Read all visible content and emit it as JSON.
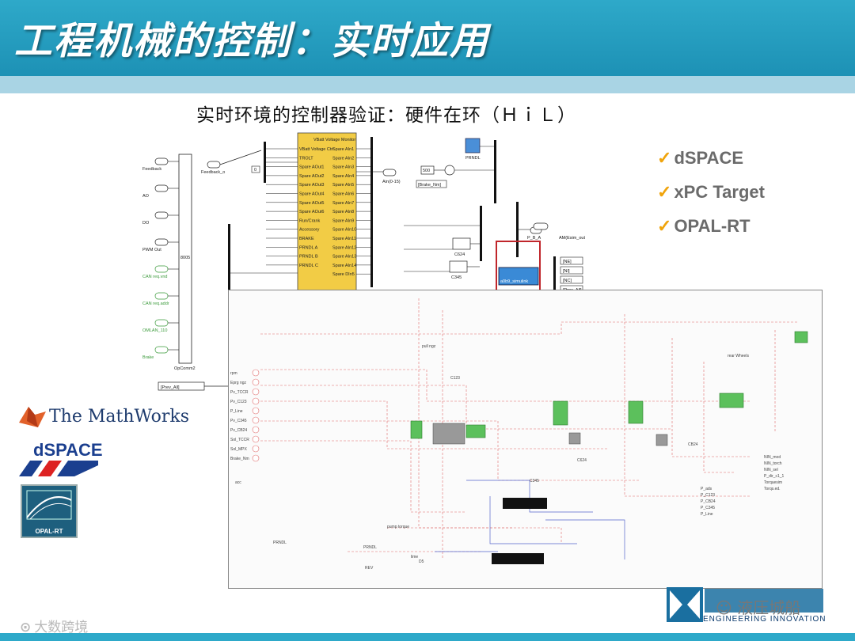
{
  "slide": {
    "title": "工程机械的控制：实时应用",
    "subtitle": "实时环境的控制器验证：硬件在环（ＨｉＬ）"
  },
  "platforms": [
    {
      "label": "dSPACE"
    },
    {
      "label": "xPC Target"
    },
    {
      "label": "OPAL-RT"
    }
  ],
  "logos": {
    "mathworks": "The MathWorks",
    "dspace": "dSPACE",
    "opal": "OPAL-RT"
  },
  "simulink": {
    "inputs": [
      "Feedback",
      "AO",
      "DO",
      "PWM Out",
      "CAN req.vnd",
      "CAN req.addr",
      "OMLAN_110",
      "Brake"
    ],
    "mux_label": "8005",
    "opcomm": "OpComm2",
    "feedback_out": "Feedback_o",
    "prev_all": "[Prev_All]",
    "vbatt_title": "VBatt Voltage Monitor",
    "vbatt_inputs": [
      "VBatt Voltage Ctrl",
      "TROLT",
      "Spare AOut1",
      "Spare AOut2",
      "Spare AOut3",
      "Spare AOut4",
      "Spare AOut5",
      "Spare AOut6",
      "Run/Crank",
      "Accessory",
      "BRAKE",
      "PRNDL A",
      "PRNDL B",
      "PRNDL C"
    ],
    "vbatt_outputs": [
      "Spare AIn1",
      "Spare AIn2",
      "Spare AIn3",
      "Spare AIn4",
      "Spare AIn5",
      "Spare AIn6",
      "Spare AIn7",
      "Spare AIn8",
      "Spare AIn9",
      "Spare AIn10",
      "Spare AIn11",
      "Spare AIn12",
      "Spare AIn13",
      "Spare AIn14",
      "Spare DIn5"
    ],
    "ain_out": "Ain(0-15)",
    "prndl": "PRNDL",
    "brake_nm": "[Brake_Nm]",
    "const_500": "500",
    "p_b_a": "P_B_A",
    "amsim_out": "AM(Esim_out",
    "c624": "C624",
    "c345": "C345",
    "subsystem": "a0b9_simulink",
    "gotos": [
      "[NE]",
      "[NI]",
      "[NC]",
      "[Prev_All]"
    ],
    "const_0": "0"
  },
  "circuit": {
    "left_labels": [
      "rpm",
      "Eprg ngz",
      "Pv_TCCR",
      "Pv_C123",
      "P_Line",
      "Pv_C345",
      "Pv_CB24",
      "Sol_TCCR",
      "Sol_MPX",
      "Brake_Nm"
    ],
    "right_labels": [
      "NIN_mod",
      "NIN_torch",
      "NIN_sel",
      "P_dir_c1_1",
      "Torquesim",
      "Torqs.ed."
    ],
    "right_labels2": [
      "P_ads",
      "P_C123",
      "P_CB24",
      "P_C345",
      "P_Line"
    ],
    "misc": [
      "rear Wheels",
      "C624",
      "C345",
      "CB24",
      "PRNDL",
      "PRNDL",
      "REV",
      "lime",
      "D5",
      "pump torque",
      "pull ngz",
      "acc",
      "C123"
    ]
  },
  "footer": {
    "watermark": "大数跨境",
    "wechat": "液压城船",
    "brand_caption": "ENGINEERING INNOVATION"
  },
  "colors": {
    "header": "#2ea9c9",
    "check": "#f0a40c",
    "bullet_text": "#6b6b6b",
    "highlight": "#c0262b",
    "vbatt": "#f2cc45"
  }
}
